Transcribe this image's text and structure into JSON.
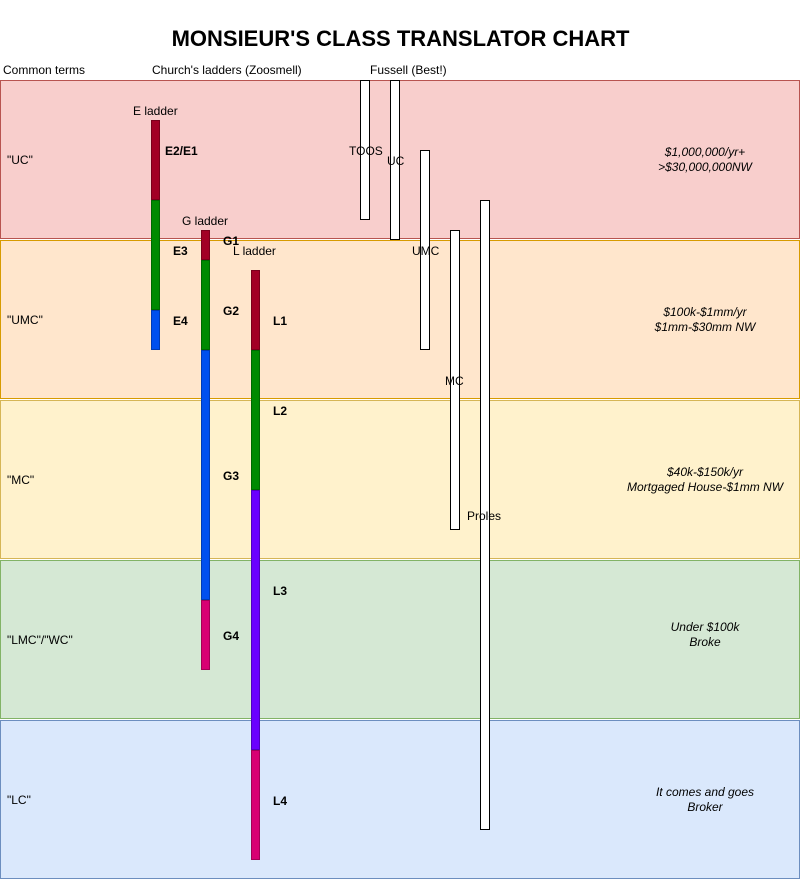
{
  "title": "MONSIEUR'S CLASS TRANSLATOR CHART",
  "headers": {
    "common": "Common terms",
    "church": "Church's ladders (Zoosmell)",
    "fussell": "Fussell (Best!)"
  },
  "bands": [
    {
      "term": "\"UC\"",
      "money": [
        "$1,000,000/yr+",
        ">$30,000,000NW"
      ],
      "color": "#f8cecc"
    },
    {
      "term": "\"UMC\"",
      "money": [
        "$100k-$1mm/yr",
        "$1mm-$30mm NW"
      ],
      "color": "#ffe6cc"
    },
    {
      "term": "\"MC\"",
      "money": [
        "$40k-$150k/yr",
        "Mortgaged House-$1mm NW"
      ],
      "color": "#fff2cc"
    },
    {
      "term": "\"LMC\"/\"WC\"",
      "money": [
        "Under $100k",
        "Broke"
      ],
      "color": "#d5e8d4"
    },
    {
      "term": "\"LC\"",
      "money": [
        "It comes and goes",
        "Broker"
      ],
      "color": "#dae8fc"
    }
  ],
  "ladders": {
    "e": {
      "name": "E ladder",
      "levels": [
        {
          "label": "E2/E1",
          "color": "#a20025"
        },
        {
          "label": "E3",
          "color": "#008a00"
        },
        {
          "label": "E4",
          "color": "#0050ef"
        }
      ]
    },
    "g": {
      "name": "G ladder",
      "levels": [
        {
          "label": "G1",
          "color": "#a20025"
        },
        {
          "label": "G2",
          "color": "#008a00"
        },
        {
          "label": "G3",
          "color": "#0050ef"
        },
        {
          "label": "G4",
          "color": "#d80073"
        }
      ]
    },
    "l": {
      "name": "L ladder",
      "levels": [
        {
          "label": "L1",
          "color": "#a20025"
        },
        {
          "label": "L2",
          "color": "#008a00"
        },
        {
          "label": "L3",
          "color": "#6a00ff"
        },
        {
          "label": "L4",
          "color": "#d80073"
        }
      ]
    }
  },
  "fussell": [
    "TOOS",
    "UC",
    "UMC",
    "MC",
    "Proles"
  ]
}
